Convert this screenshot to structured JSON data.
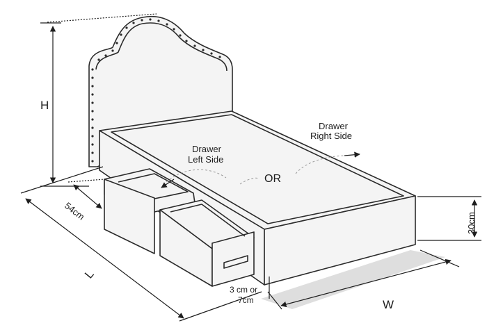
{
  "labels": {
    "height": "H",
    "length": "L",
    "width": "W",
    "drawer_depth": "54cm",
    "base_height": "30cm",
    "clearance_line1": "3 cm or",
    "clearance_line2": "7cm",
    "drawer_left_line1": "Drawer",
    "drawer_left_line2": "Left Side",
    "drawer_right_line1": "Drawer",
    "drawer_right_line2": "Right Side",
    "or": "OR"
  },
  "colors": {
    "line": "#2b2b2b",
    "surface": "#f4f4f4",
    "shadow": "#d9d9d9"
  }
}
